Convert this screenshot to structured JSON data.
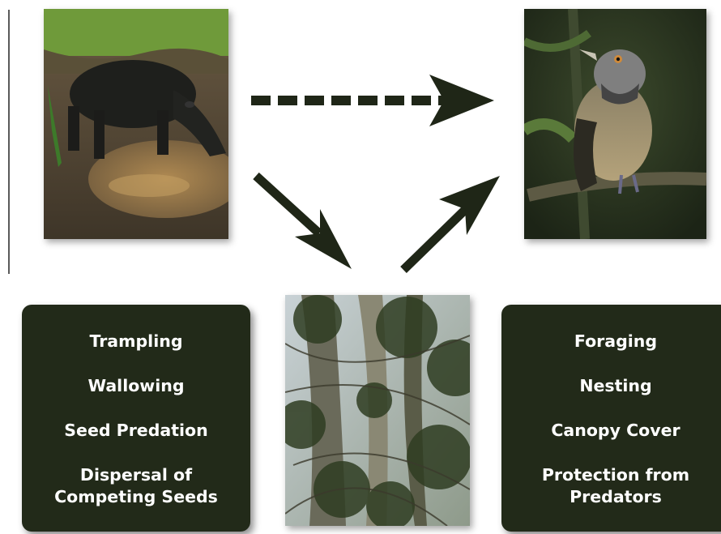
{
  "left_box": {
    "items": [
      "Trampling",
      "Wallowing",
      "Seed Predation",
      "Dispersal of Competing Seeds"
    ]
  },
  "right_box": {
    "items": [
      "Foraging",
      "Nesting",
      "Canopy Cover",
      "Protection from Predators"
    ]
  },
  "colors": {
    "box_fill": "#222a19",
    "arrow": "#1f2617",
    "text": "#ffffff"
  },
  "icons": {
    "peccary_photo": "peccary-wallowing-photo",
    "bird_photo": "antshrike-bird-photo",
    "vegetation_photo": "forest-vegetation-photo"
  }
}
